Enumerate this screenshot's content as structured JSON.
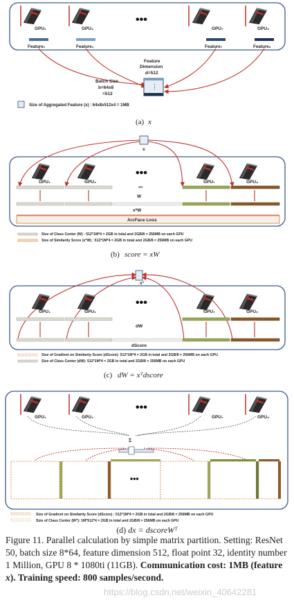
{
  "panel_a": {
    "gpus": [
      "GPU₁",
      "GPU₂",
      "GPU₇",
      "GPU₈"
    ],
    "features": [
      "Feature₁",
      "Feature₂",
      "Feature₇",
      "Feature₈"
    ],
    "dots": "•••",
    "feature_dimension_label": "Feature",
    "feature_dimension_label2": "Dimension",
    "feature_dimension_value": "d=512",
    "batch_label": "Batch Size",
    "batch_value": "b=64x8",
    "batch_total": "=512",
    "legend": "Size of Aggregated Feature (x) : 64x8x512x4 = 1MB",
    "caption": "(a)",
    "caption_math": "x"
  },
  "panel_b": {
    "x_label": "x",
    "gpus": [
      "GPU₁",
      "GPU₂",
      "GPU₇",
      "GPU₈"
    ],
    "w_label": "W",
    "xw_label": "x*W",
    "loss_label": "ArcFace Loss",
    "legend1": "Size of Class Center (W) : 512*1M*4 = 2GB in total and 2GB/8 = 256MB  on each GPU",
    "legend2": "Size of Similarity Score (x*W) : 512*1M*4 = 2GB in total and 2GB/8 = 256MB  on each GPU",
    "caption": "(b)",
    "caption_math": "score = xW"
  },
  "panel_c": {
    "xt_label": "xᵀ",
    "gpus": [
      "GPU₁",
      "GPU₂",
      "GPU₇",
      "GPU₈"
    ],
    "dw_label": "dW",
    "dscore_label": "dScore",
    "legend1": "Size of Gradient on Similarity Score (dScore): 512*1M*4 = 2GB in total and 2GB/8 = 256MB  on each GPU",
    "legend2": "Size of Class Center (dW): 512*1M*4 = 2GB in total and 2GB/8 = 256MB  on each GPU",
    "caption": "(c)",
    "caption_math": "dW = xᵀdscore"
  },
  "panel_d": {
    "gpus": [
      "GPU₁",
      "GPU₂",
      "GPU₇",
      "GPU₈"
    ],
    "sum_label": "Σ",
    "legend1": "Size of Gradient on Similarity Score (dScore) : 512*1M*4 = 2GB in total and 2GB/8 = 256MB on each GPU",
    "legend2": "Size of Class Center (Wᵀ): 1M*512*4 = 2GB in total and 2GB/8 = 256MB on each GPU",
    "caption": "(d)",
    "caption_math": "dx = dscoreWᵀ"
  },
  "figure_caption": {
    "part1": "Figure 11. Parallel calculation by simple matrix partition. Setting: ResNet 50, batch size 8*64, feature dimension 512, float point 32, identity number 1 Million, GPU 8 * 1080ti (11GB). ",
    "bold1": "Communication cost: 1MB (feature ",
    "bold_math": "x",
    "bold2": "). Training speed: 800 samples/second.",
    "watermark": "https://blog.csdn.net/weixin_40642281"
  },
  "colors": {
    "frame": "#3b5b8a",
    "arrow": "#c0302b",
    "gpu_dark": "#222222",
    "gpu_red": "#c0302b",
    "bar_dark": "#2e4a6b",
    "bar_green": "#7a8f3a",
    "bar_orange": "#c8843a"
  }
}
